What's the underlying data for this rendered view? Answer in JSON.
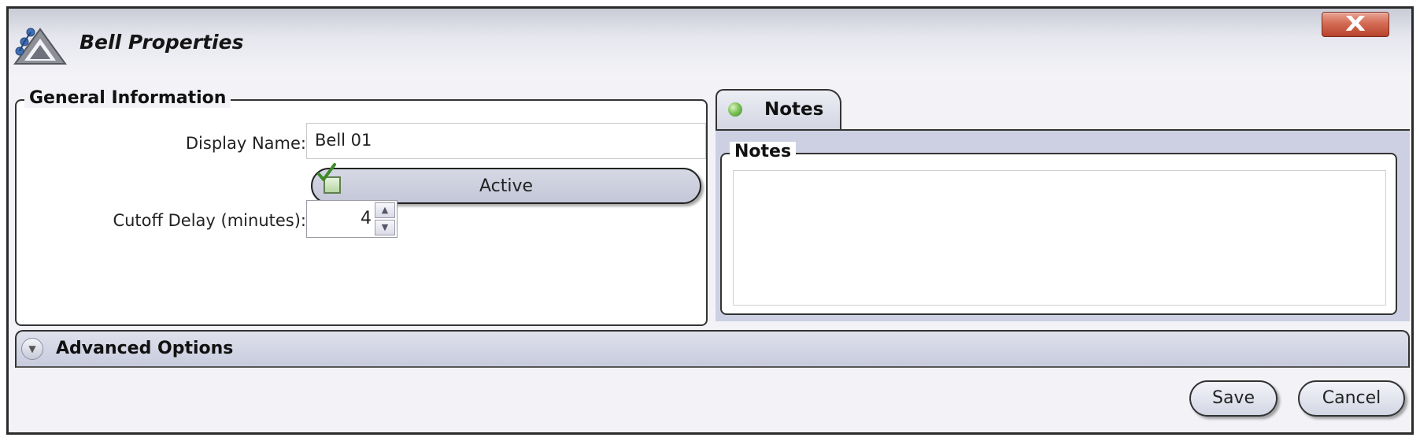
{
  "window": {
    "title": "Bell Properties",
    "close_label": "X"
  },
  "general": {
    "legend": "General Information",
    "display_name_label": "Display Name:",
    "display_name_value": "Bell  01",
    "active_label": "Active",
    "active_checked": true,
    "cutoff_label": "Cutoff Delay (minutes):",
    "cutoff_value": "4"
  },
  "notes": {
    "tab_label": "Notes",
    "group_legend": "Notes",
    "text": ""
  },
  "advanced": {
    "label": "Advanced Options"
  },
  "footer": {
    "save_label": "Save",
    "cancel_label": "Cancel"
  },
  "colors": {
    "close_button": "#c9553c",
    "panel_bg": "#ccd0e2",
    "tab_indicator": "#7fc35a"
  }
}
